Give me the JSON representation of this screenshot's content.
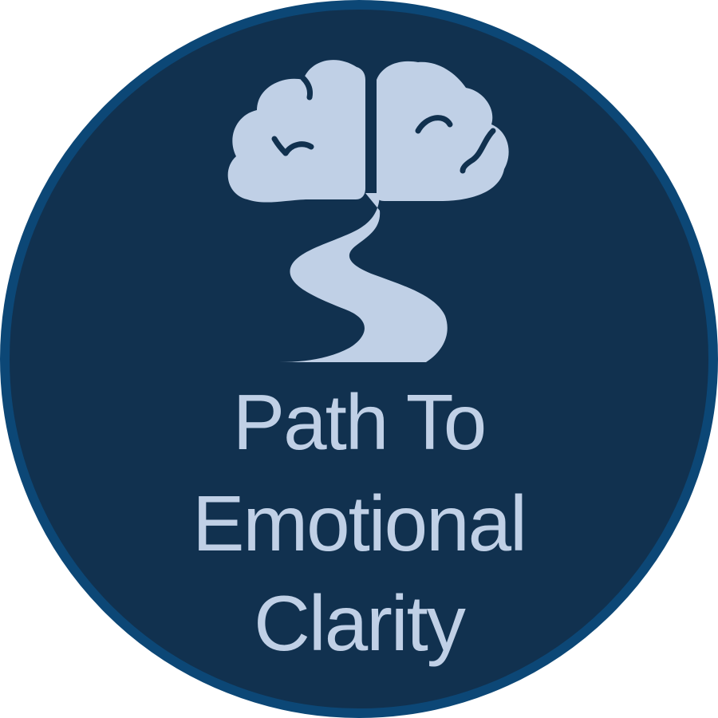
{
  "brand": {
    "title_lines": [
      "Path To",
      "Emotional",
      "Clarity"
    ],
    "logo_icon": "brain-tree-path-icon"
  },
  "colors": {
    "page_background": "#ffffff",
    "badge_fill": "#11314f",
    "badge_ring": "#0c4776",
    "logo_and_text": "#c0d0e6",
    "brain_folds": "#11314f"
  }
}
